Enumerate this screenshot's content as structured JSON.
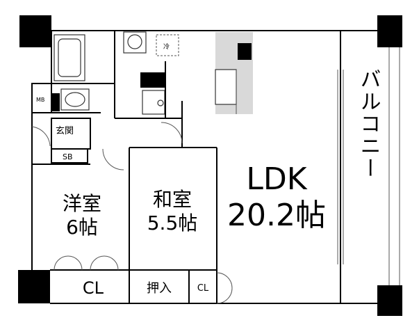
{
  "rooms": {
    "western": {
      "name": "洋室",
      "size": "6帖"
    },
    "japanese": {
      "name": "和室",
      "size": "5.5帖"
    },
    "ldk": {
      "name": "LDK",
      "size": "20.2帖"
    },
    "balcony": {
      "name": "バルコニー"
    },
    "entrance": {
      "name": "玄関"
    },
    "closet_main": {
      "name": "CL"
    },
    "closet_small": {
      "name": "CL"
    },
    "oshiire": {
      "name": "押入"
    },
    "meter_box": {
      "name": "MB"
    },
    "shoe_box": {
      "name": "SB"
    },
    "fridge": {
      "name": "冷"
    }
  }
}
